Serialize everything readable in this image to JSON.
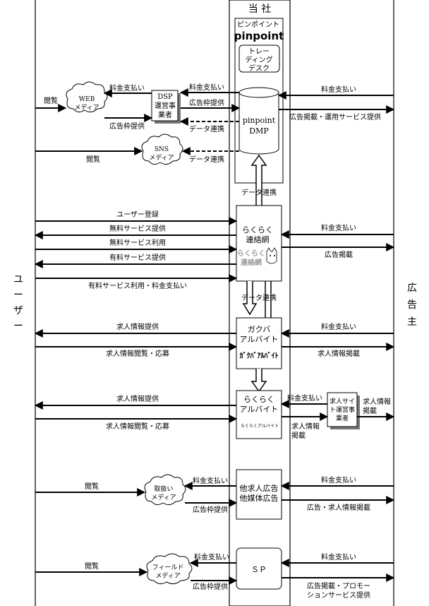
{
  "columns": {
    "company": "当 社",
    "user": [
      "ユ",
      "ー",
      "ザ",
      "ー"
    ],
    "advertiser": [
      "広",
      "告",
      "主"
    ]
  },
  "pinpoint": {
    "title": "ピンポイント",
    "logo": "pinpoint",
    "trading_desk": [
      "トレー",
      "ディング",
      "デスク"
    ],
    "dmp": [
      "pinpoint",
      "DMP"
    ]
  },
  "web_media": [
    "WEB",
    "メディア"
  ],
  "sns_media": [
    "SNS",
    "メディア"
  ],
  "dsp": [
    "DSP",
    "運営事",
    "業者"
  ],
  "rakuraku": {
    "box": [
      "らくらく",
      "連絡網"
    ],
    "logo": [
      "らくらく",
      "連絡網"
    ]
  },
  "gakuba": {
    "box": [
      "ガクバ",
      "アルバイト"
    ],
    "logo": "ｶﾞｸﾊﾞｱﾙﾊﾞｲﾄ"
  },
  "rakuraku_baito": {
    "box": [
      "らくらく",
      "アルバイト"
    ],
    "logo": "らくらくアルバイト"
  },
  "job_operator": [
    "求人サイ",
    "ト運営事",
    "業者"
  ],
  "other_ads": [
    "他求人広告",
    "他媒体広告"
  ],
  "sp": "ＳＰ",
  "recruit_media": [
    "取扱い",
    "メディア"
  ],
  "field_media": [
    "フィールド",
    "メディア"
  ],
  "labels": {
    "browse": "閲覧",
    "fee_payment": "料金支払い",
    "ad_slot": "広告枠提供",
    "ad_slot_provide": "広告枠提供",
    "data_link": "データ連携",
    "ad_operation": "広告掲載・運用サービス提供",
    "user_register": "ユーザー登録",
    "free_service": "無料サービス提供",
    "free_use": "無料サービス利用",
    "paid_service": "有料サービス提供",
    "paid_use": "有料サービス利用・料金支払い",
    "ad_posting": "広告掲載",
    "job_info": "求人情報提供",
    "job_browse": "求人情報閲覧・応募",
    "job_posting": "求人情報掲載",
    "job_posting_2": [
      "求人情報",
      "掲載"
    ],
    "job_posting_3": [
      "求人情報",
      "掲載"
    ],
    "ad_job_posting": "広告・求人情報掲載",
    "ad_promo": [
      "広告掲載・プロモー",
      "ションサービス提供"
    ]
  }
}
